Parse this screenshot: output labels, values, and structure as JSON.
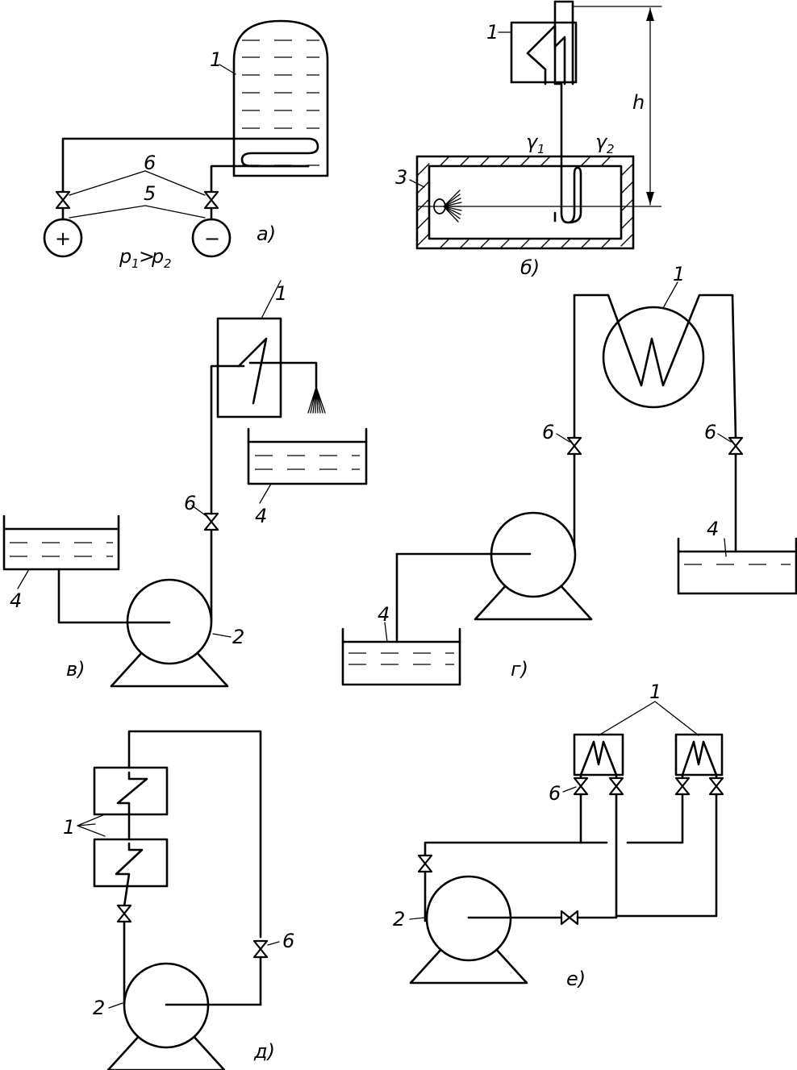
{
  "panels": {
    "a": {
      "caption": "а)",
      "labels": {
        "vessel": "1",
        "valves": "6",
        "manometers": "5"
      },
      "manometer_signs": {
        "plus": "+",
        "minus": "−"
      },
      "pressure_condition": {
        "p1": "p",
        "sub1": "1",
        "gt": ">",
        "p2": "p",
        "sub2": "2"
      }
    },
    "b": {
      "caption": "б)",
      "labels": {
        "exchanger": "1",
        "burner": "3",
        "height": "h"
      },
      "gamma1": {
        "sym": "γ",
        "sub": "1"
      },
      "gamma2": {
        "sym": "γ",
        "sub": "2"
      }
    },
    "v": {
      "caption": "в)",
      "labels": {
        "exchanger": "1",
        "pump": "2",
        "tank_left": "4",
        "tank_right": "4",
        "valve": "6"
      }
    },
    "g": {
      "caption": "г)",
      "labels": {
        "exchanger": "1",
        "tank_left": "4",
        "tank_right": "4",
        "valve_left": "6",
        "valve_right": "6"
      }
    },
    "d": {
      "caption": "д)",
      "labels": {
        "exchangers": "1",
        "pump": "2",
        "valve": "6"
      }
    },
    "e": {
      "caption": "е)",
      "labels": {
        "exchangers": "1",
        "pump": "2",
        "valve": "6"
      }
    }
  }
}
